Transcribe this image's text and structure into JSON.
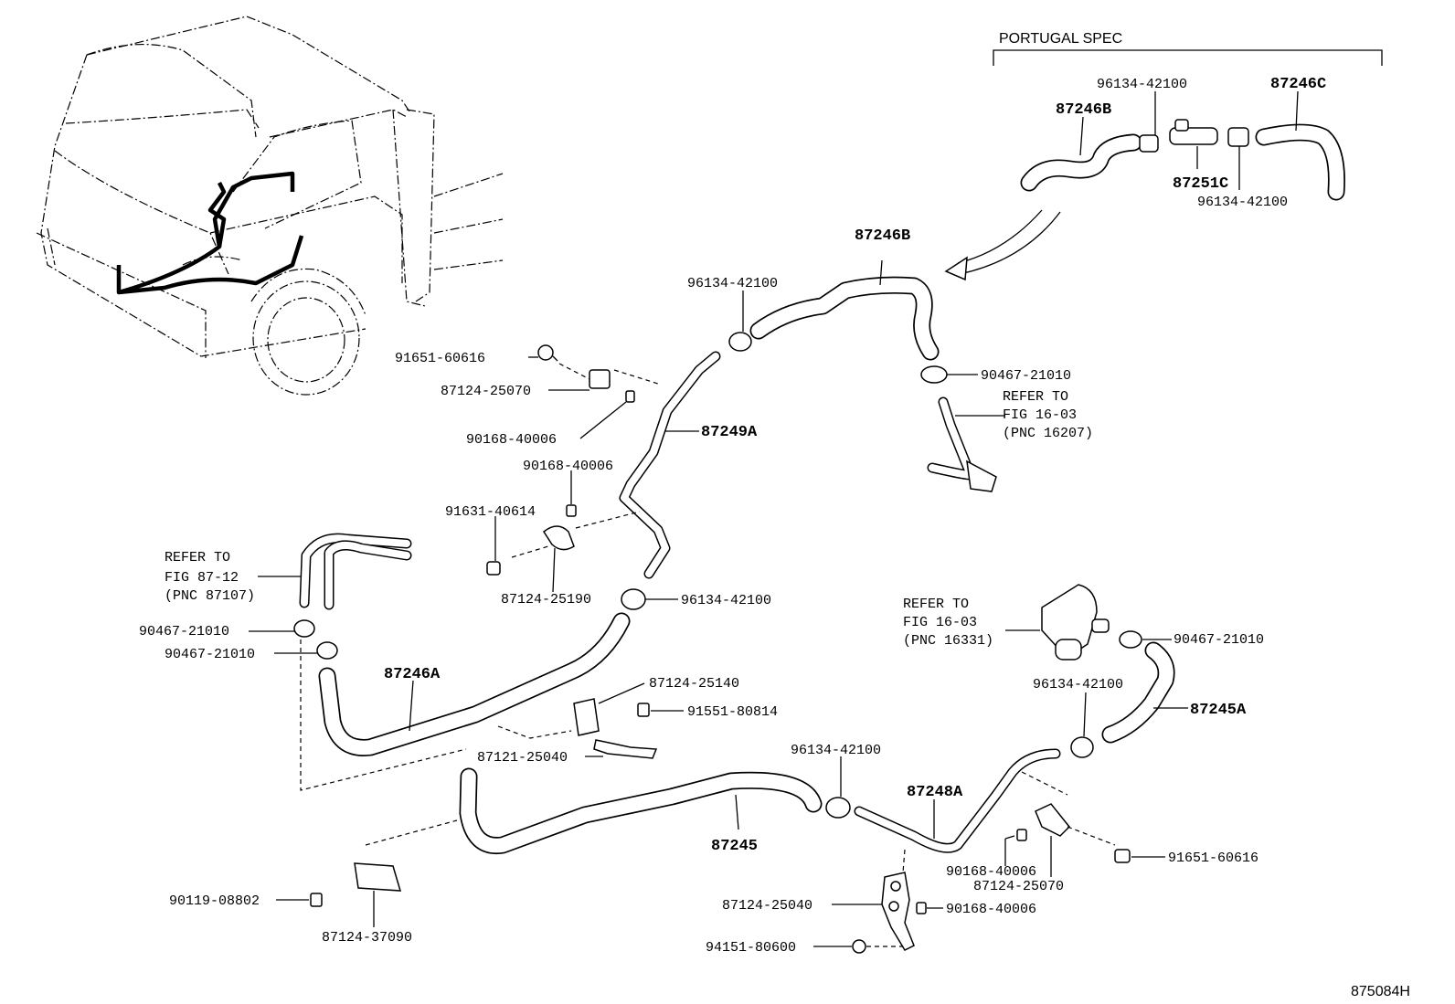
{
  "diagram": {
    "portugal_spec_heading": "PORTUGAL SPEC",
    "figure_code": "875084H",
    "main_parts": {
      "p87246B_top": "87246B",
      "p87246C": "87246C",
      "p87251C": "87251C",
      "p87246B_main": "87246B",
      "p87249A": "87249A",
      "p87246A": "87246A",
      "p87245A": "87245A",
      "p87248A": "87248A",
      "p87245": "87245"
    },
    "callouts": {
      "c96134_spec_top": "96134-42100",
      "c96134_spec_bottom": "96134-42100",
      "c96134_upper": "96134-42100",
      "c91651_upper": "91651-60616",
      "c87124_25070_upper": "87124-25070",
      "c90168_upper": "90168-40006",
      "c90467_right_upper": "90467-21010",
      "c90168_mid": "90168-40006",
      "c91631": "91631-40614",
      "c87124_25190": "87124-25190",
      "c96134_mid": "96134-42100",
      "c90467_left_a": "90467-21010",
      "c90467_left_b": "90467-21010",
      "c87124_25140": "87124-25140",
      "c91551": "91551-80814",
      "c87121": "87121-25040",
      "c96134_lower": "96134-42100",
      "c90467_right_lower": "90467-21010",
      "c96134_right": "96134-42100",
      "c90119": "90119-08802",
      "c87124_37090": "87124-37090",
      "c87124_25040": "87124-25040",
      "c90168_lower_b": "90168-40006",
      "c94151": "94151-80600",
      "c90168_lower_a": "90168-40006",
      "c87124_25070_lower": "87124-25070",
      "c91651_lower": "91651-60616"
    },
    "refer_notes": [
      {
        "line1": "REFER TO",
        "line2": "FIG 16-03",
        "line3": "(PNC 16207)"
      },
      {
        "line1": "REFER TO",
        "line2": "FIG 87-12",
        "line3": "(PNC 87107)"
      },
      {
        "line1": "REFER TO",
        "line2": "FIG 16-03",
        "line3": "(PNC 16331)"
      }
    ]
  }
}
